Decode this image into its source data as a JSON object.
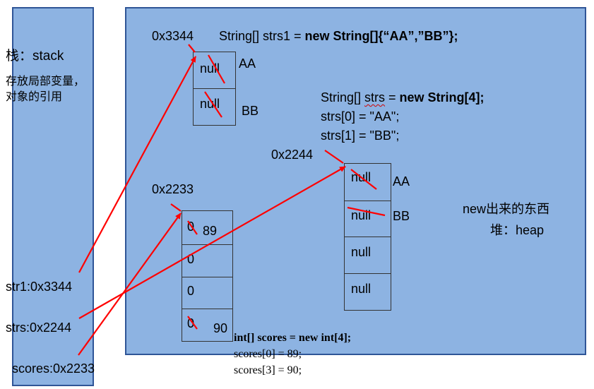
{
  "stack": {
    "title": "栈：stack",
    "desc_line1": "存放局部变量，",
    "desc_line2": "对象的引用",
    "refs": [
      "str1:0x3344",
      "strs:0x2244",
      "scores:0x2233"
    ]
  },
  "heap": {
    "label_line1": "new出来的东西",
    "label_line2": "堆：heap"
  },
  "strs1": {
    "address": "0x3344",
    "code_a": "String[] strs1 = ",
    "code_b": "new String[]{“AA”,”BB”};",
    "cells": [
      "null",
      "null"
    ],
    "values": [
      "AA",
      "BB"
    ]
  },
  "strs": {
    "address": "0x2244",
    "code1_a": "String[] ",
    "code1_b": "strs",
    "code1_c": " = ",
    "code1_d": "new String[4];",
    "code2": "strs[0] = \"AA\";",
    "code3": "strs[1] = \"BB\";",
    "cells": [
      "null",
      "null",
      "null",
      "null"
    ],
    "values": [
      "AA",
      "BB"
    ]
  },
  "scores": {
    "address": "0x2233",
    "code1": "int[] scores = new int[4];",
    "code2": "scores[0] = 89;",
    "code3": "scores[3] = 90;",
    "cells": [
      "0",
      "0",
      "0",
      "0"
    ],
    "values": [
      "89",
      "90"
    ]
  },
  "colors": {
    "panel": "#8db3e2",
    "border": "#2f5597",
    "arrow": "#ff0000"
  }
}
